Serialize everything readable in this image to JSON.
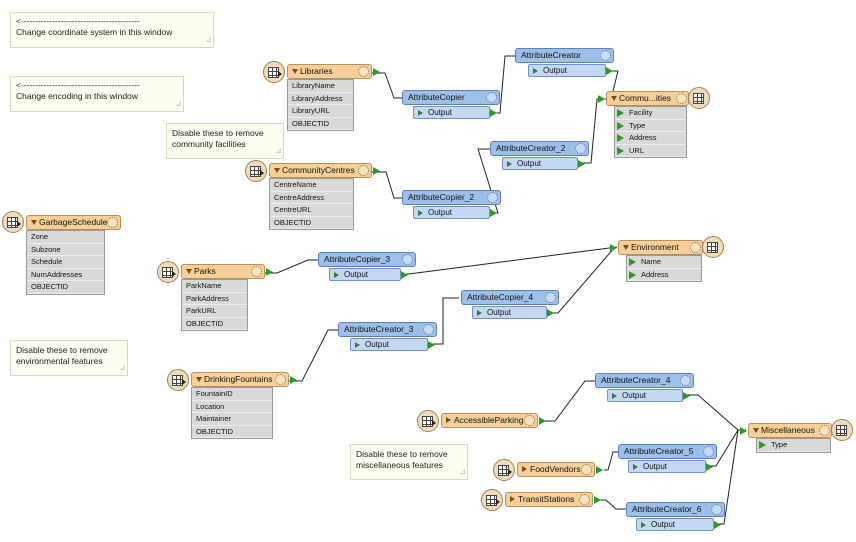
{
  "notes": {
    "coord": {
      "dashes": "<------------------------------------------",
      "text": "Change coordinate system in this window"
    },
    "enc": {
      "dashes": "<------------------------------------------",
      "text": "Change encoding in this window"
    },
    "community": {
      "text": "Disable these to remove community facilities"
    },
    "environmental": {
      "text": "Disable these to remove environmental features"
    },
    "misc": {
      "text": "Disable these to remove miscellaneous features"
    }
  },
  "readers": {
    "libraries": {
      "name": "Libraries",
      "attrs": [
        "LibraryName",
        "LibraryAddress",
        "LibraryURL",
        "OBJECTID"
      ]
    },
    "community_centres": {
      "name": "CommunityCentres",
      "attrs": [
        "CentreName",
        "CentreAddress",
        "CentreURL",
        "OBJECTID"
      ]
    },
    "garbage": {
      "name": "GarbageSchedule",
      "attrs": [
        "Zone",
        "Subzone",
        "Schedule",
        "NumAddresses",
        "OBJECTID"
      ]
    },
    "parks": {
      "name": "Parks",
      "attrs": [
        "ParkName",
        "ParkAddress",
        "ParkURL",
        "OBJECTID"
      ]
    },
    "fountains": {
      "name": "DrinkingFountains",
      "attrs": [
        "FountainID",
        "Location",
        "Maintainer",
        "OBJECTID"
      ]
    },
    "accessible": {
      "name": "AccessibleParking"
    },
    "food": {
      "name": "FoodVendors"
    },
    "transit": {
      "name": "TransitStations"
    }
  },
  "transformers": {
    "ac1": {
      "name": "AttributeCreator",
      "port": "Output"
    },
    "acp1": {
      "name": "AttributeCopier",
      "port": "Output"
    },
    "ac2": {
      "name": "AttributeCreator_2",
      "port": "Output"
    },
    "acp2": {
      "name": "AttributeCopier_2",
      "port": "Output"
    },
    "acp3": {
      "name": "AttributeCopier_3",
      "port": "Output"
    },
    "acp4": {
      "name": "AttributeCopier_4",
      "port": "Output"
    },
    "ac3": {
      "name": "AttributeCreator_3",
      "port": "Output"
    },
    "ac4": {
      "name": "AttributeCreator_4",
      "port": "Output"
    },
    "ac5": {
      "name": "AttributeCreator_5",
      "port": "Output"
    },
    "ac6": {
      "name": "AttributeCreator_6",
      "port": "Output"
    }
  },
  "writers": {
    "community": {
      "name": "Commu...ities",
      "attrs": [
        "Facility",
        "Type",
        "Address",
        "URL"
      ]
    },
    "environment": {
      "name": "Environment",
      "attrs": [
        "Name",
        "Address"
      ]
    },
    "misc": {
      "name": "Miscellaneous",
      "attrs": [
        "Type"
      ]
    }
  }
}
